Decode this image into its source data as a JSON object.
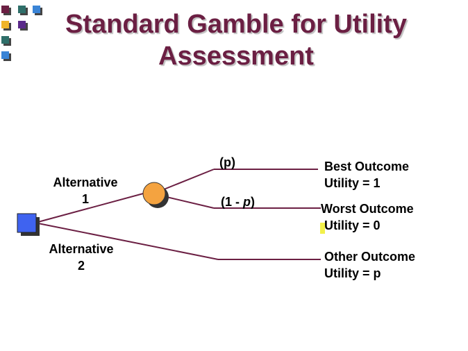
{
  "slide": {
    "title_line1": "Standard Gamble  for Utility",
    "title_line2": "Assessment"
  },
  "decorations": [
    {
      "name": "deco-square-1",
      "color": "#6b1f43"
    },
    {
      "name": "deco-square-2",
      "color": "#2f6f6a"
    },
    {
      "name": "deco-square-3",
      "color": "#3a84d6"
    },
    {
      "name": "deco-square-4",
      "color": "#f0b429"
    },
    {
      "name": "deco-square-5",
      "color": "#5a2a8a"
    },
    {
      "name": "deco-square-6",
      "color": "#2f6f6a"
    },
    {
      "name": "deco-square-7",
      "color": "#3a84d6"
    }
  ],
  "tree": {
    "alternative1_line1": "Alternative",
    "alternative1_line2": "1",
    "alternative2_line1": "Alternative",
    "alternative2_line2": "2",
    "prob_p": "(p)",
    "prob_1_minus_p_prefix": "(1 - ",
    "prob_1_minus_p_var": "p",
    "prob_1_minus_p_suffix": ")",
    "best_outcome": "Best Outcome",
    "best_utility": "Utility = 1",
    "worst_outcome": "Worst Outcome",
    "worst_utility": "Utility = 0",
    "other_outcome": "Other Outcome",
    "other_utility": "Utility = p"
  },
  "colors": {
    "title": "#6b1f43",
    "branch_line": "#6b1f43",
    "decision_node": "#3f63f0",
    "chance_node": "#f4a340"
  }
}
